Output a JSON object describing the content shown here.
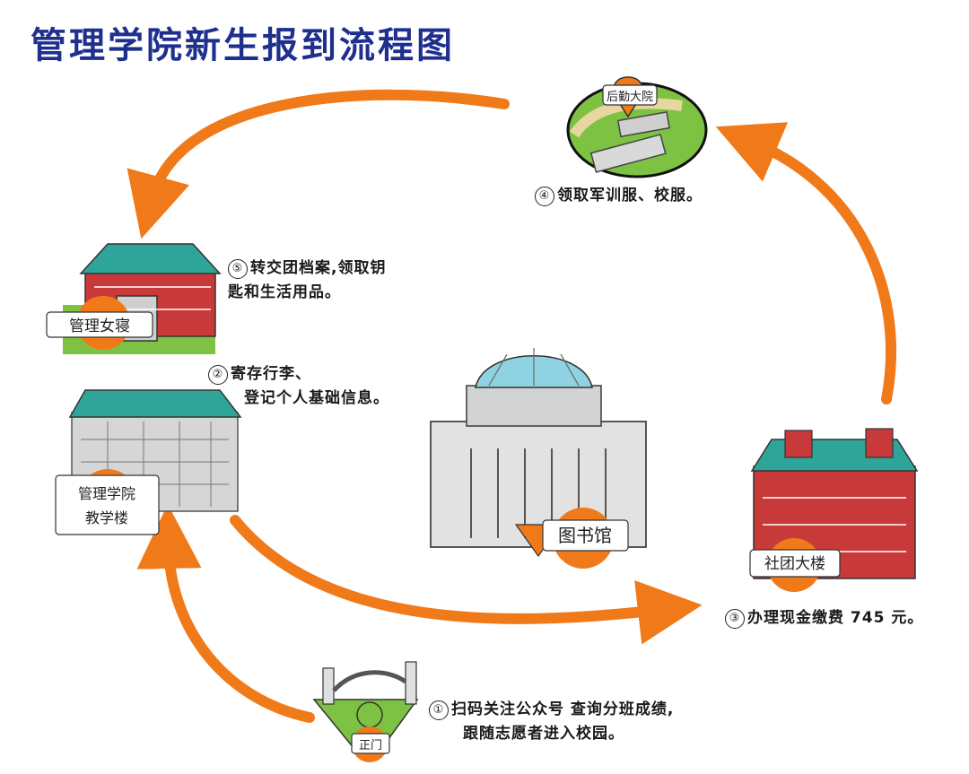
{
  "title": "管理学院新生报到流程图",
  "steps": [
    {
      "num": "①",
      "line1": "扫码关注公众号 查询分班成绩,",
      "line2": "跟随志愿者进入校园。"
    },
    {
      "num": "②",
      "line1": "寄存行李、",
      "line2": "登记个人基础信息。"
    },
    {
      "num": "③",
      "line1": "办理现金缴费 745 元。"
    },
    {
      "num": "④",
      "line1": "领取军训服、校服。"
    },
    {
      "num": "⑤",
      "line1": "转交团档案,领取钥",
      "line2": "匙和生活用品。"
    }
  ],
  "places": {
    "gate": "正门",
    "teaching": "管理学院教学楼",
    "dorm": "管理女寝",
    "library": "图书馆",
    "club": "社团大楼",
    "logistics": "后勤大院"
  },
  "colors": {
    "title": "#1f2f8e",
    "arrow": "#f07a1a",
    "roof": "#2fa59a",
    "brick": "#c83a3a",
    "grass": "#7dc242"
  }
}
